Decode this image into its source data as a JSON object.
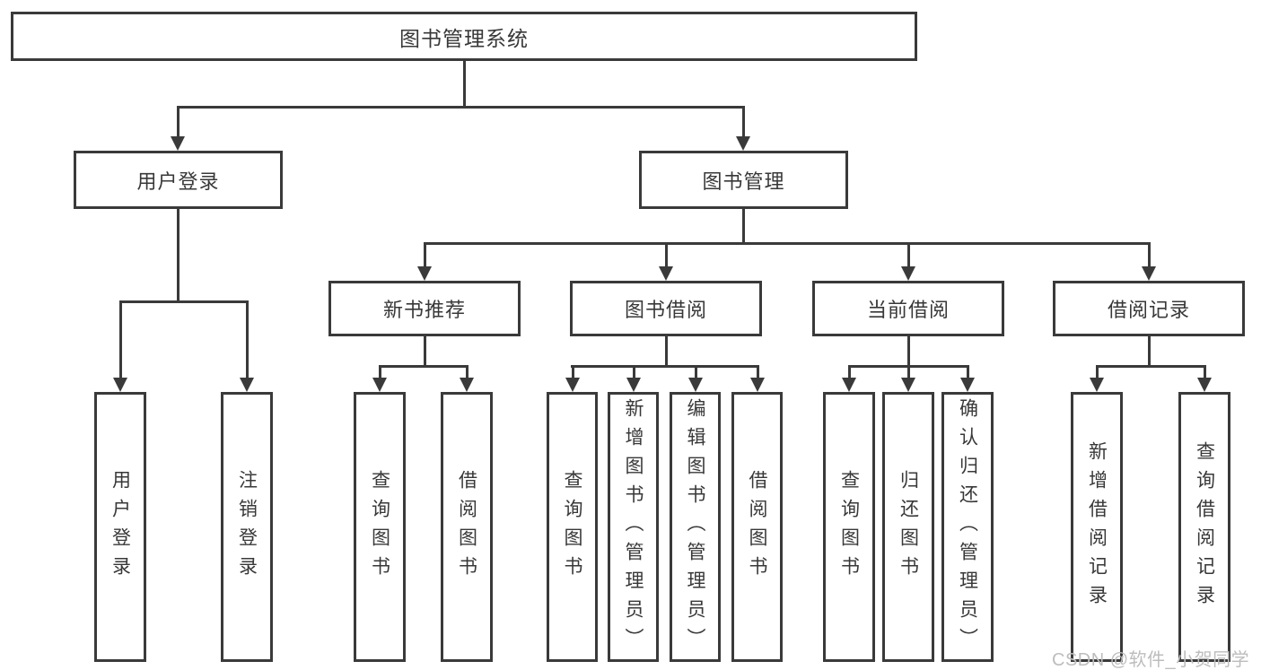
{
  "diagram": {
    "title": "图书管理系统",
    "hierarchy": {
      "label": "图书管理系统",
      "children": [
        {
          "label": "用户登录",
          "children": [
            {
              "label": "用户登录"
            },
            {
              "label": "注销登录"
            }
          ]
        },
        {
          "label": "图书管理",
          "children": [
            {
              "label": "新书推荐",
              "children": [
                {
                  "label": "查询图书"
                },
                {
                  "label": "借阅图书"
                }
              ]
            },
            {
              "label": "图书借阅",
              "children": [
                {
                  "label": "查询图书"
                },
                {
                  "label": "新增图书（管理员）"
                },
                {
                  "label": "编辑图书（管理员）"
                },
                {
                  "label": "借阅图书"
                }
              ]
            },
            {
              "label": "当前借阅",
              "children": [
                {
                  "label": "查询图书"
                },
                {
                  "label": "归还图书"
                },
                {
                  "label": "确认归还（管理员）"
                }
              ]
            },
            {
              "label": "借阅记录",
              "children": [
                {
                  "label": "新增借阅记录"
                },
                {
                  "label": "查询借阅记录"
                }
              ]
            }
          ]
        }
      ]
    }
  },
  "watermark": {
    "text": "CSDN @软件_小贺同学"
  },
  "colors": {
    "line": "#3a3a3a",
    "box_border": "#3a3a3a",
    "text": "#383838",
    "background": "#ffffff",
    "watermark_text": "#bdbdbd"
  }
}
